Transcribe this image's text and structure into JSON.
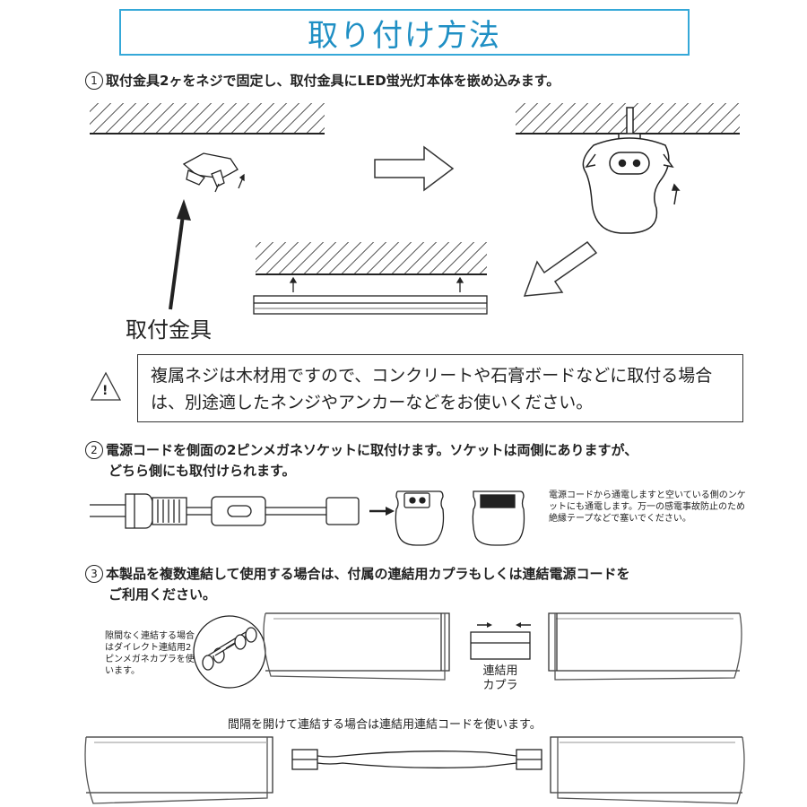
{
  "title": "取り付け方法",
  "step1": {
    "number": "1",
    "text": "取付金具2ヶをネジで固定し、取付金具にLED蛍光灯本体を嵌め込みます。",
    "bracket_label": "取付金具"
  },
  "warning": {
    "icon_text": "!",
    "text": "複属ネジは木材用ですので、コンクリートや石膏ボードなどに取付る場合は、別途適したネンジやアンカーなどをお使いください。"
  },
  "step2": {
    "number": "2",
    "line1": "電源コードを側面の2ピンメガネソケットに取付けます。ソケットは両側にありますが、",
    "line2": "どちら側にも取付けられます。",
    "note": "電源コードから通電しますと空いている側のンケットにも通電します。万一の感電事故防止のため絶縁テープなどで塞いでください。"
  },
  "step3": {
    "number": "3",
    "line1": "本製品を複数連結して使用する場合は、付属の連結用カプラもしくは連結電源コードを",
    "line2": "ご利用ください。",
    "direct_note": "隙間なく連結する場合はダイレクト連結用2ピンメガネカプラを使います。",
    "coupler_label_1": "連結用",
    "coupler_label_2": "カプラ",
    "gap_note": "間隔を開けて連結する場合は連結用連結コードを使います。"
  }
}
